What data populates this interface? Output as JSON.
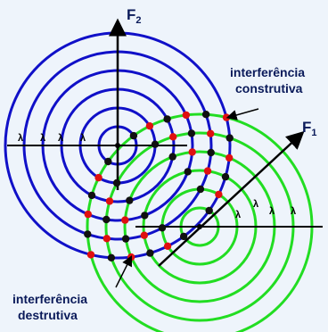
{
  "labels": {
    "source_2": "F",
    "source_2_sub": "2",
    "source_1": "F",
    "source_1_sub": "1",
    "constructive": [
      "interferência",
      "construtiva"
    ],
    "destructive": [
      "interferência",
      "destrutiva"
    ],
    "wavelength": "λ"
  },
  "colors": {
    "source_2_waves": "#1010c8",
    "source_1_waves": "#22dd22",
    "constructive_points": "#e01010",
    "destructive_points": "#111111",
    "label_text": "#0a1a5a",
    "background": "#eef4fb"
  },
  "waves": {
    "source_2_rings": 6,
    "source_1_rings": 6
  }
}
